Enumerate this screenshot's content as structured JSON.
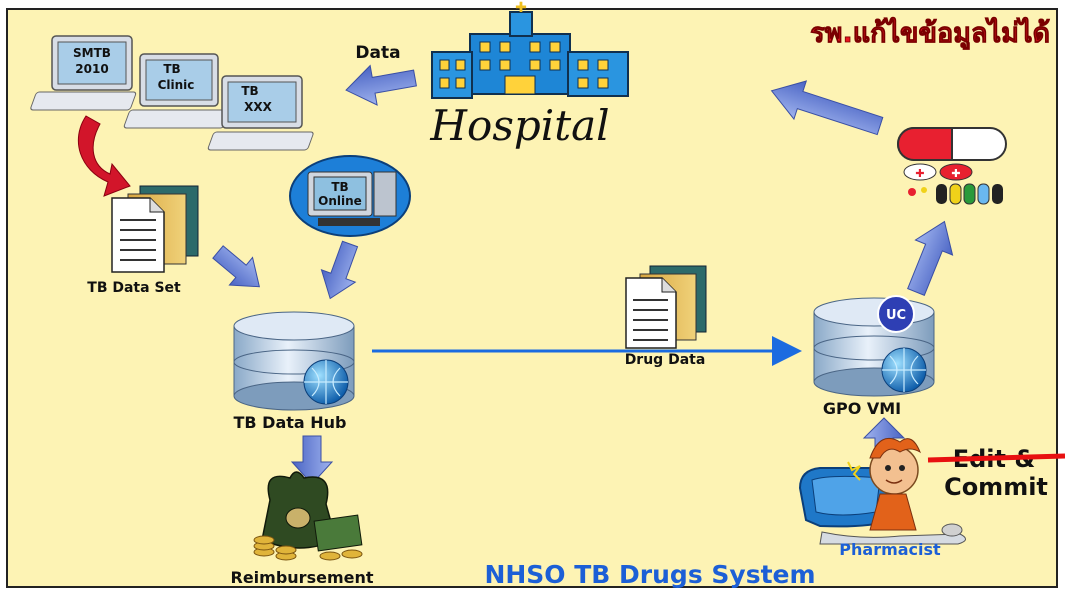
{
  "warning_text": "รพ.แก้ไขข้อมูลไม่ได้",
  "hospital": {
    "label": "Hospital"
  },
  "data_arrow_label": "Data",
  "computers": [
    {
      "label_line1": "SMTB",
      "label_line2": "2010"
    },
    {
      "label_line1": "TB",
      "label_line2": "Clinic"
    },
    {
      "label_line1": "TB",
      "label_line2": "XXX"
    }
  ],
  "tb_online": {
    "label_line1": "TB",
    "label_line2": "Online"
  },
  "tb_data_set": {
    "label": "TB Data Set"
  },
  "tb_data_hub": {
    "label": "TB Data Hub"
  },
  "drug_data": {
    "label": "Drug Data"
  },
  "gpo_vmi": {
    "label": "GPO VMI",
    "badge": "UC"
  },
  "edit_commit": {
    "line1": "Edit &",
    "line2": "Commit"
  },
  "pharmacist": {
    "label": "Pharmacist"
  },
  "reimbursement": {
    "label": "Reimbursement"
  },
  "system_title": "NHSO TB Drugs System",
  "colors": {
    "background": "#fdf3b4",
    "warning_red": "#e8141e",
    "title_blue": "#1c5fd6",
    "arrow_blue": "#6a82d8",
    "line_blue": "#1b6be0",
    "strike_red": "#e81010"
  }
}
